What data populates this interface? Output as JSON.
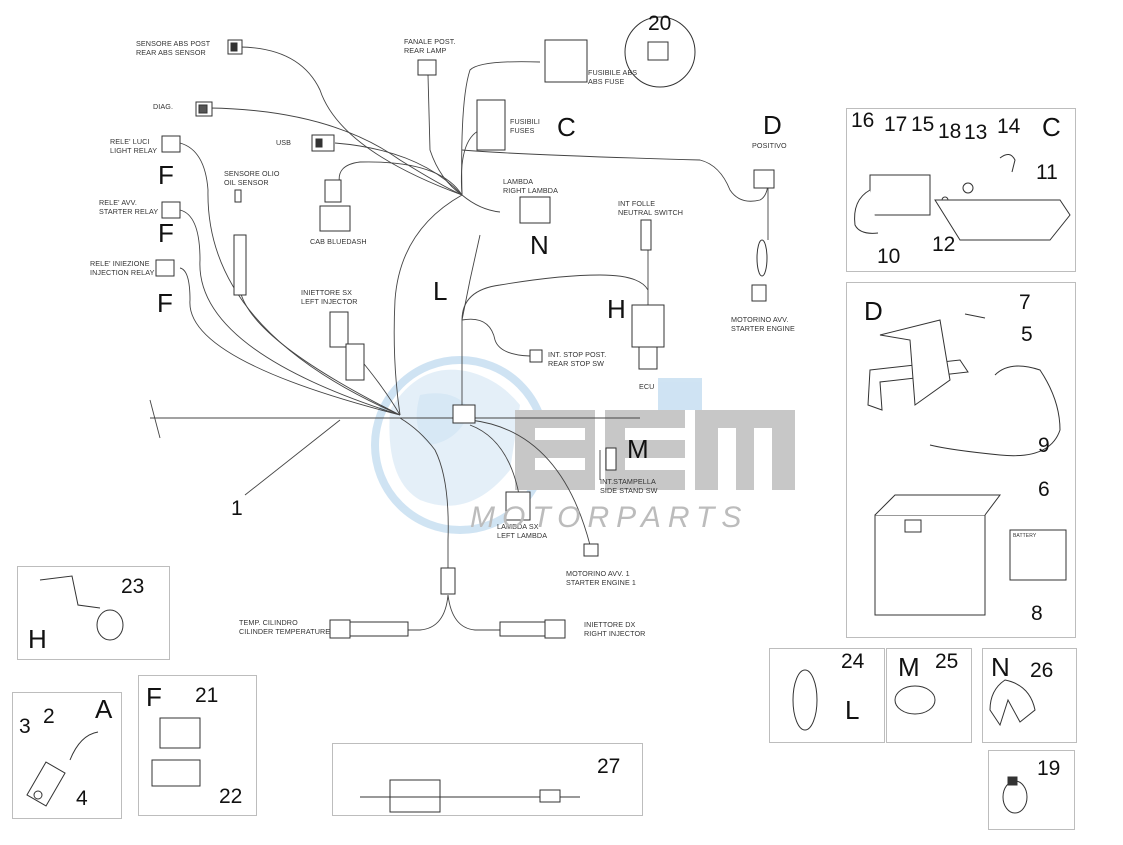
{
  "callouts": {
    "abs_sensor": [
      "SENSORE ABS POST",
      "REAR ABS SENSOR"
    ],
    "diag": [
      "DIAG."
    ],
    "light_relay": [
      "RELE' LUCI",
      "LIGHT RELAY"
    ],
    "starter_relay": [
      "RELE' AVV.",
      "STARTER RELAY"
    ],
    "injection_relay": [
      "RELE' INIEZIONE",
      "INJECTION RELAY"
    ],
    "oil_sensor": [
      "SENSORE OLIO",
      "OIL SENSOR"
    ],
    "usb": [
      "USB"
    ],
    "cab_bluedash": [
      "CAB BLUEDASH"
    ],
    "rear_lamp": [
      "FANALE POST.",
      "REAR LAMP"
    ],
    "abs_fuse": [
      "FUSIBILE ABS",
      "ABS FUSE"
    ],
    "fuses": [
      "FUSIBILI",
      "FUSES"
    ],
    "positive": [
      "POSITIVO"
    ],
    "right_lambda": [
      "LAMBDA",
      "RIGHT LAMBDA"
    ],
    "neutral_switch": [
      "INT FOLLE",
      "NEUTRAL SWITCH"
    ],
    "starter_engine": [
      "MOTORINO AVV.",
      "STARTER ENGINE"
    ],
    "left_injector": [
      "INIETTORE SX",
      "LEFT INJECTOR"
    ],
    "rear_stop": [
      "INT. STOP POST.",
      "REAR STOP SW"
    ],
    "ecu": [
      "ECU"
    ],
    "side_stand": [
      "INT.STAMPELLA",
      "SIDE STAND SW"
    ],
    "left_lambda": [
      "LAMBDA SX",
      "LEFT LAMBDA"
    ],
    "starter_engine_1": [
      "MOTORINO AVV. 1",
      "STARTER ENGINE 1"
    ],
    "cyl_temp": [
      "TEMP. CILINDRO",
      "CILINDER TEMPERATURE"
    ],
    "right_injector": [
      "INIETTORE DX",
      "RIGHT INJECTOR"
    ],
    "battery_sticker": [
      "BATTERY"
    ]
  },
  "letters": {
    "C_fuses": "C",
    "D_pos": "D",
    "F1": "F",
    "F2": "F",
    "F3": "F",
    "N_lambda": "N",
    "L_main": "L",
    "H_ecu": "H",
    "M_stand": "M",
    "box_C": "C",
    "box_D": "D",
    "box_H": "H",
    "box_A": "A",
    "box_F": "F",
    "box_L": "L",
    "box_M": "M",
    "box_N": "N"
  },
  "numbers": {
    "n1": "1",
    "n2": "2",
    "n3": "3",
    "n4": "4",
    "n5": "5",
    "n6": "6",
    "n7": "7",
    "n8": "8",
    "n9": "9",
    "n10": "10",
    "n11": "11",
    "n12": "12",
    "n13": "13",
    "n14": "14",
    "n15": "15",
    "n16": "16",
    "n17": "17",
    "n18": "18",
    "n19": "19",
    "n20": "20",
    "n21": "21",
    "n22": "22",
    "n23": "23",
    "n24": "24",
    "n25": "25",
    "n26": "26",
    "n27": "27"
  },
  "watermark": {
    "word": "OEM",
    "sub": "MOTORPARTS"
  },
  "colors": {
    "line": "#444444",
    "box_border": "#bdbdbd",
    "watermark_blue": "#a9cdea",
    "watermark_grey": "#8f8f8f"
  }
}
